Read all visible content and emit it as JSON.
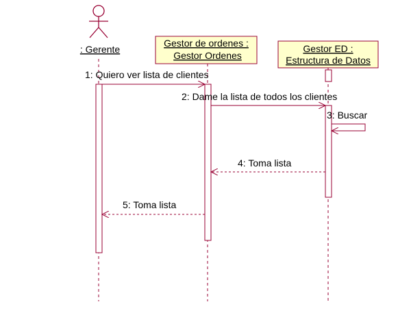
{
  "colors": {
    "line": "#990033",
    "box_fill": "#ffffcc",
    "box_border": "#990033",
    "text": "#000000",
    "background": "#ffffff"
  },
  "actor": {
    "label": ": Gerente",
    "icon": "stick-figure-icon"
  },
  "objects": [
    {
      "id": "gestor_ordenes",
      "line1": "Gestor de ordenes :",
      "line2": "Gestor Ordenes"
    },
    {
      "id": "gestor_ed",
      "line1": "Gestor ED :",
      "line2": "Estructura de Datos"
    }
  ],
  "messages": [
    {
      "label": "1: Quiero ver lista de clientes",
      "kind": "call",
      "from": "gerente",
      "to": "gestor_ordenes"
    },
    {
      "label": "2: Dame la lista de todos los clientes",
      "kind": "call",
      "from": "gestor_ordenes",
      "to": "gestor_ed"
    },
    {
      "label": "3: Buscar",
      "kind": "self-call",
      "from": "gestor_ed",
      "to": "gestor_ed"
    },
    {
      "label": "4: Toma lista",
      "kind": "return",
      "from": "gestor_ed",
      "to": "gestor_ordenes"
    },
    {
      "label": "5: Toma lista",
      "kind": "return",
      "from": "gestor_ordenes",
      "to": "gerente"
    }
  ]
}
